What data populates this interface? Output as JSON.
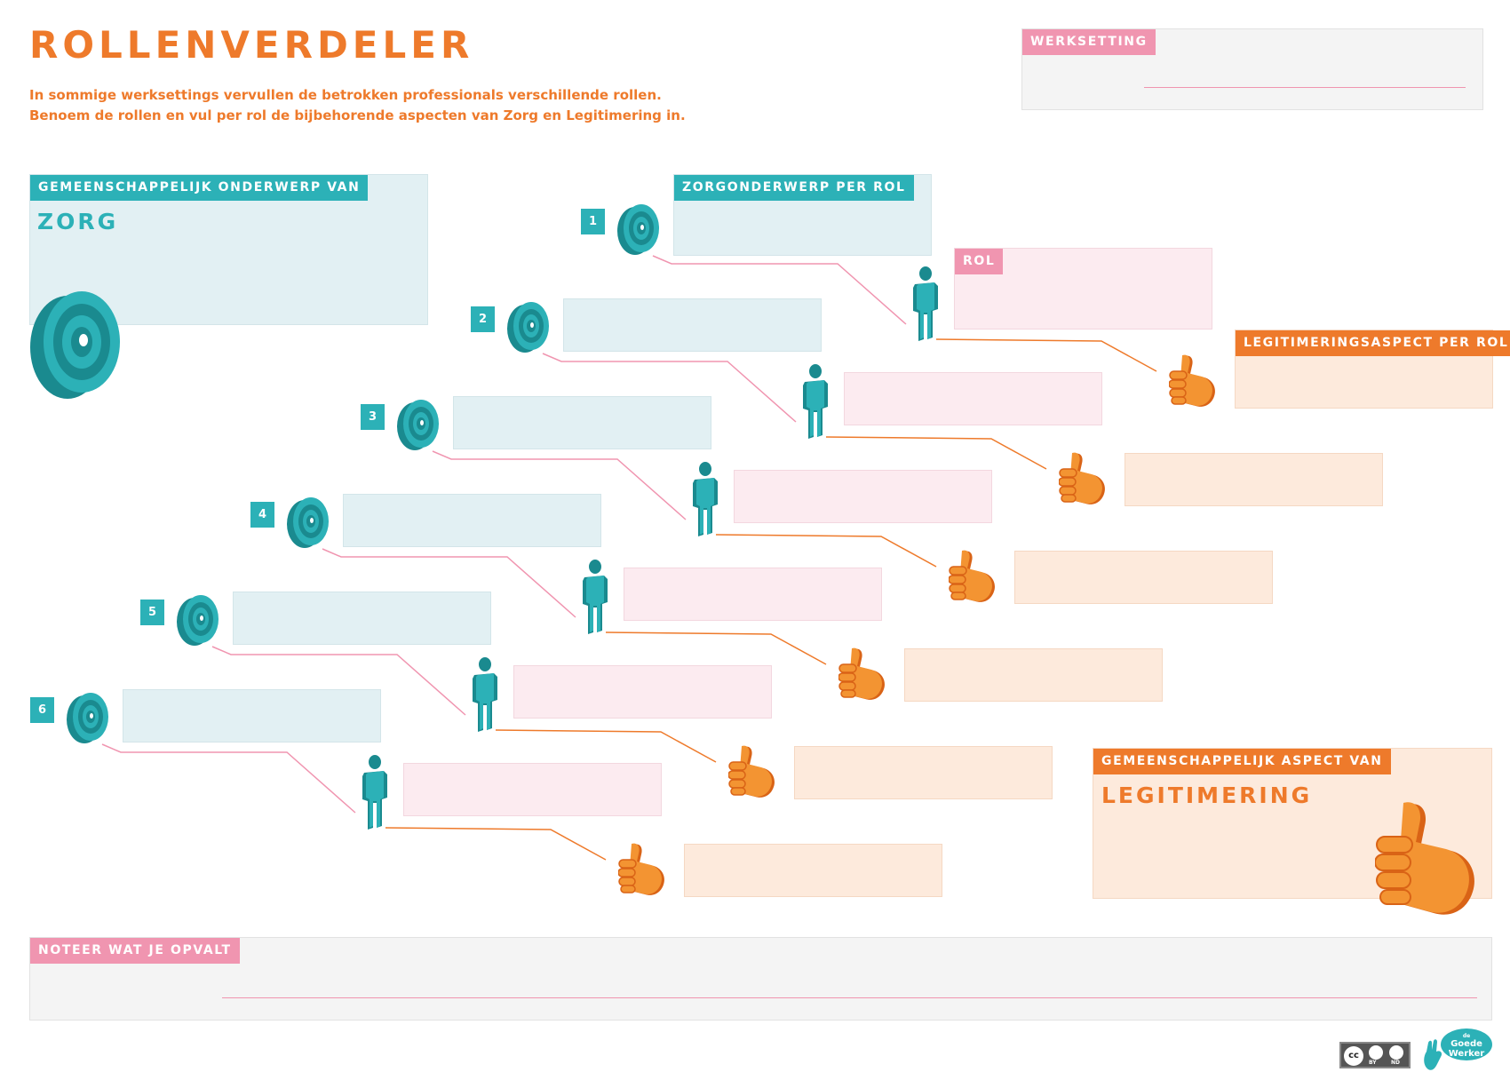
{
  "header": {
    "title": "ROLLENVERDELER",
    "intro_line1": "In sommige werksettings vervullen de betrokken professionals verschillende rollen.",
    "intro_line2": "Benoem de rollen en vul per rol de bijbehorende aspecten van Zorg en Legitimering in."
  },
  "werksetting": {
    "label": "WERKSETTING"
  },
  "zorg": {
    "label": "GEMEENSCHAPPELIJK ONDERWERP VAN",
    "word": "ZORG"
  },
  "legitimering": {
    "label": "GEMEENSCHAPPELIJK ASPECT VAN",
    "word": "LEGITIMERING"
  },
  "columns": {
    "zorgonderwerp": "ZORGONDERWERP PER ROL",
    "rol": "ROL",
    "legitimeringsaspect": "LEGITIMERINGSASPECT PER ROL"
  },
  "rows": [
    {
      "number": "1"
    },
    {
      "number": "2"
    },
    {
      "number": "3"
    },
    {
      "number": "4"
    },
    {
      "number": "5"
    },
    {
      "number": "6"
    }
  ],
  "notes": {
    "label": "NOTEER WAT JE OPVALT"
  },
  "footer": {
    "cc_label": "cc",
    "by_label": "BY",
    "nd_label": "ND",
    "logo_line1": "de",
    "logo_line2": "Goede",
    "logo_line3": "Werker"
  },
  "colors": {
    "orange": "#ee7a2b",
    "teal": "#2cb1b7",
    "pink": "#f095b0"
  }
}
